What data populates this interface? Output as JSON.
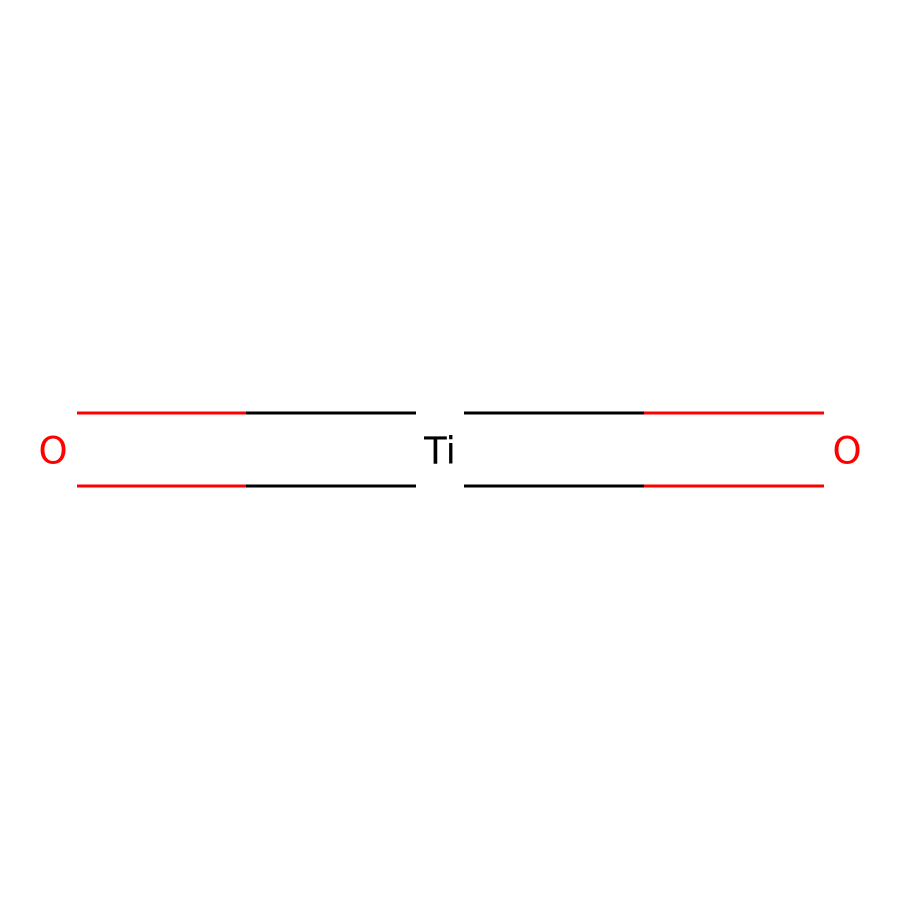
{
  "molecule": {
    "atoms": [
      {
        "id": "o-left",
        "element": "O",
        "label": "O",
        "color": "#ff0000"
      },
      {
        "id": "ti-center",
        "element": "Ti",
        "label": "Ti",
        "color": "#000000"
      },
      {
        "id": "o-right",
        "element": "O",
        "label": "O",
        "color": "#ff0000"
      }
    ],
    "bonds": [
      {
        "from": "o-left",
        "to": "ti-center",
        "order": 2
      },
      {
        "from": "ti-center",
        "to": "o-right",
        "order": 2
      }
    ]
  },
  "colors": {
    "background": "#ffffff",
    "oxygen": "#ff0000",
    "titanium": "#000000",
    "bond": "#000000"
  }
}
